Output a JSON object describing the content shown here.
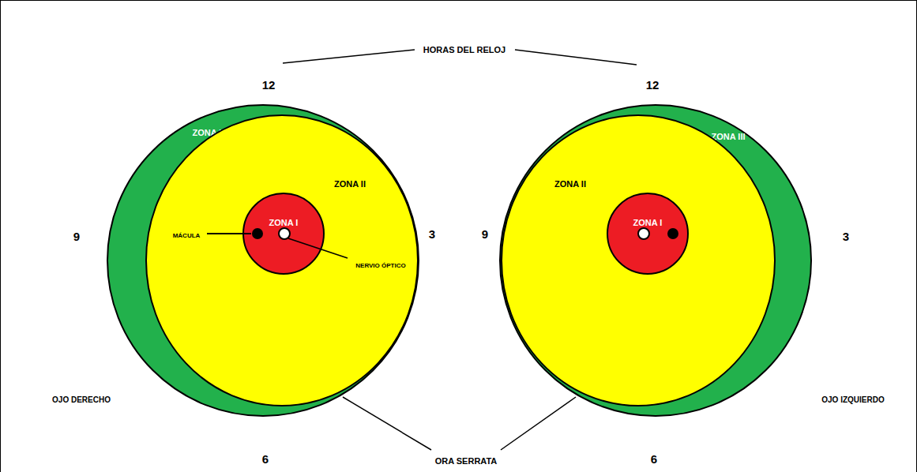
{
  "diagram": {
    "nodes": [
      {
        "text": [
          "ZONA III"
        ]
      },
      {
        "text": [
          "ZONA II"
        ],
        "in": 0
      },
      {
        "text": [
          "ZONA I"
        ],
        "in": 1
      },
      {
        "text": [
          "ZONA III"
        ]
      },
      {
        "text": [
          "ZONA II"
        ],
        "in": 3
      },
      {
        "text": [
          "ZONA I"
        ],
        "in": 4
      }
    ],
    "labels": [
      "HORAS DEL RELOJ",
      "12",
      "12",
      "9",
      "3",
      "9",
      "3",
      "6",
      "6",
      "MÁCULA",
      "NERVIO ÓPTICO",
      "OJO DERECHO",
      "OJO IZQUIERDO",
      "ORA SERRATA"
    ]
  }
}
